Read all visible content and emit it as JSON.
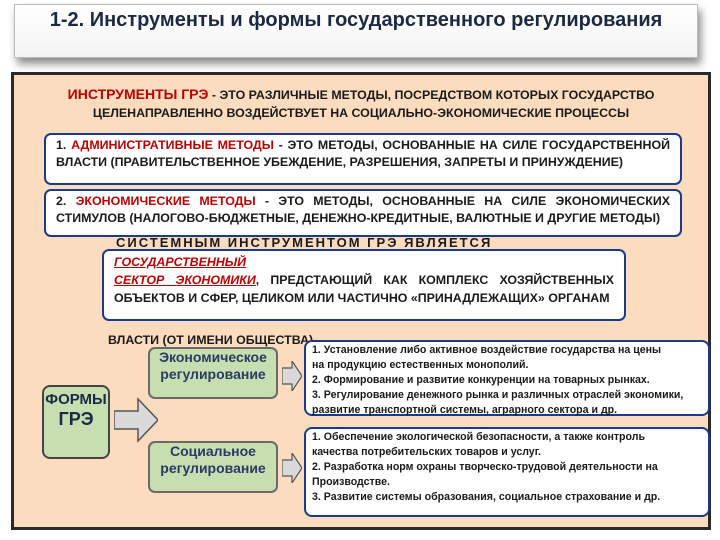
{
  "title": "1-2. Инструменты  и формы государственного регулирования",
  "intro": {
    "highlight": "Инструменты ГРЭ",
    "text": " - это различные методы, посредством которых государство целенаправленно воздействует на социально-экономические процессы"
  },
  "methods": [
    {
      "num": "1.",
      "keyword": "АДМИНИСТРАТИВНЫЕ  МЕТОДЫ",
      "text": " - ЭТО МЕТОДЫ, ОСНОВАННЫЕ НА СИЛЕ ГОСУДАРСТВЕННОЙ ВЛАСТИ  (ПРАВИТЕЛЬСТВЕННОЕ УБЕЖДЕНИЕ, РАЗРЕШЕНИЯ, ЗАПРЕТЫ И ПРИНУЖДЕНИЕ)"
    },
    {
      "num": "2.",
      "keyword": "ЭКОНОМИЧЕСКИЕ  МЕТОДЫ",
      "text": " - ЭТО МЕТОДЫ, ОСНОВАННЫЕ НА СИЛЕ ЭКОНОМИЧЕСКИХ СТИМУЛОВ   (НАЛОГОВО-БЮДЖЕТНЫЕ, ДЕНЕЖНО-КРЕДИТНЫЕ, ВАЛЮТНЫЕ И ДРУГИЕ МЕТОДЫ)"
    }
  ],
  "system_line": "СИСТЕМНЫМ   ИНСТРУМЕНТОМ   ГРЭ   ЯВЛЯЕТСЯ",
  "sector": {
    "keyword1": "ГОСУДАРСТВЕННЫЙ",
    "keyword2": "СЕКТОР  ЭКОНОМИКИ",
    "text": ", ПРЕДСТАЮЩИЙ КАК КОМПЛЕКС ХОЗЯЙСТВЕННЫХ ОБЪЕКТОВ И СФЕР, ЦЕЛИКОМ ИЛИ ЧАСТИЧНО «ПРИНАДЛЕЖАЩИХ» ОРГАНАМ",
    "overflow": "ВЛАСТИ (ОТ ИМЕНИ ОБЩЕСТВА)"
  },
  "forms": {
    "line1": "ФОРМЫ",
    "line2": "ГРЭ"
  },
  "economic": {
    "label": "Экономическое регулирование",
    "items": [
      "1. Установление либо активное воздействие государства на цены",
      " на продукцию естественных монополий.",
      "2. Формирование и развитие конкуренции на товарных рынках.",
      "3. Регулирование денежного рынка и различных отраслей экономики, развитие транспортной системы, аграрного сектора и др."
    ]
  },
  "social": {
    "label": "Социальное регулирование",
    "items": [
      "1. Обеспечение экологической безопасности, а также контроль",
      "качества потребительских товаров и услуг.",
      "2. Разработка норм охраны творческо-трудовой деятельности на",
      "Производстве.",
      "3. Развитие системы образования, социальное страхование и др."
    ]
  },
  "colors": {
    "accent_red": "#c00000",
    "panel_bg": "#fbdcbf",
    "green_box": "#c7deb0",
    "border_blue": "#1a3a8a"
  }
}
